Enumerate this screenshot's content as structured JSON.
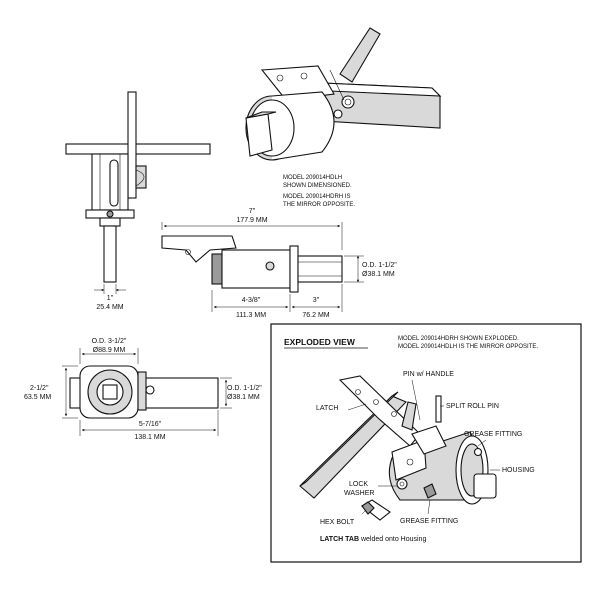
{
  "notes": {
    "shown_dimensioned_1": "MODEL 209014HDLH",
    "shown_dimensioned_2": "SHOWN DIMENSIONED.",
    "mirror_1": "MODEL 209014HDRH IS",
    "mirror_2": "THE MIRROR OPPOSITE."
  },
  "dimensions": {
    "overall_in": "7\"",
    "overall_mm": "177.9 MM",
    "od_small_in": "O.D. 1-1/2\"",
    "od_small_mm": "Ø38.1 MM",
    "housing_in": "4-3/8\"",
    "housing_mm": "111.3 MM",
    "handle_in": "3\"",
    "handle_mm": "76.2 MM",
    "side_width_in": "1\"",
    "side_width_mm": "25.4 MM",
    "od_large_in": "O.D. 3-1/2\"",
    "od_large_mm": "Ø88.9 MM",
    "height_in": "2-1/2\"",
    "height_mm": "63.5 MM",
    "od_bottom_in": "O.D. 1-1/2\"",
    "od_bottom_mm": "Ø38.1 MM",
    "length_in": "5-7/16\"",
    "length_mm": "138.1 MM"
  },
  "exploded": {
    "title": "EXPLODED VIEW",
    "note_1": "MODEL 209014HDRH SHOWN EXPLODED.",
    "note_2": "MODEL 209014HDLH IS THE MIRROR OPPOSITE.",
    "labels": {
      "pin": "PIN w/ HANDLE",
      "latch": "LATCH",
      "split_pin": "SPLIT ROLL PIN",
      "grease_top": "GREASE FITTING",
      "housing": "HOUSING",
      "lock_washer_1": "LOCK",
      "lock_washer_2": "WASHER",
      "hex_bolt": "HEX BOLT",
      "grease_bottom": "GREASE FITTING",
      "latch_tab_bold": "LATCH TAB",
      "latch_tab_rest": " welded onto Housing"
    }
  }
}
